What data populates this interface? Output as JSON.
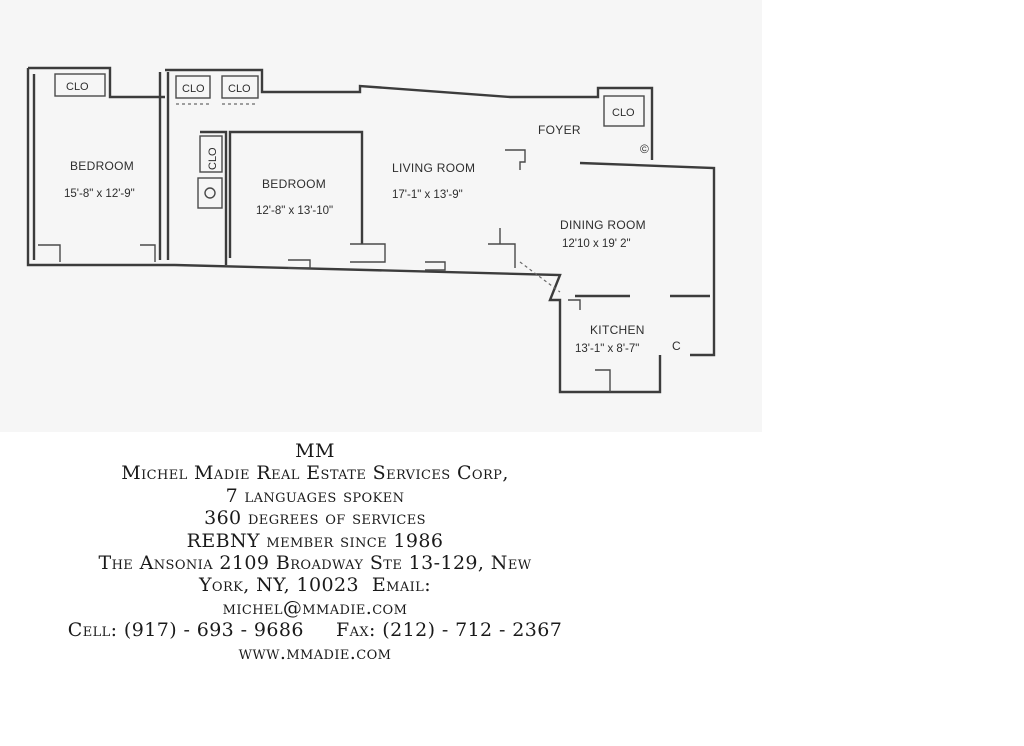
{
  "floorplan": {
    "rooms": [
      {
        "name": "BEDROOM",
        "dims": "15'-8\" x 12'-9\""
      },
      {
        "name": "BEDROOM",
        "dims": "12'-8\" x 13'-10\""
      },
      {
        "name": "LIVING ROOM",
        "dims": "17'-1\" x 13'-9\""
      },
      {
        "name": "DINING ROOM",
        "dims": "12'10 x 19' 2\""
      },
      {
        "name": "KITCHEN",
        "dims": "13'-1\" x 8'-7\""
      }
    ],
    "foyer": "FOYER",
    "closet": "CLO",
    "c_mark": "C",
    "copyright_mark": "©"
  },
  "footer": {
    "lines": [
      "MM",
      "Michel Madie Real Estate Services Corp,",
      "7 languages spoken",
      "360 degrees of services",
      "REBNY member since 1986",
      "The Ansonia 2109 Broadway Ste 13-129, New",
      "York, NY, 10023  Email:",
      "michel@mmadie.com",
      "Cell: (917) - 693 - 9686     Fax: (212) - 712 - 2367",
      "www.mmadie.com"
    ]
  }
}
